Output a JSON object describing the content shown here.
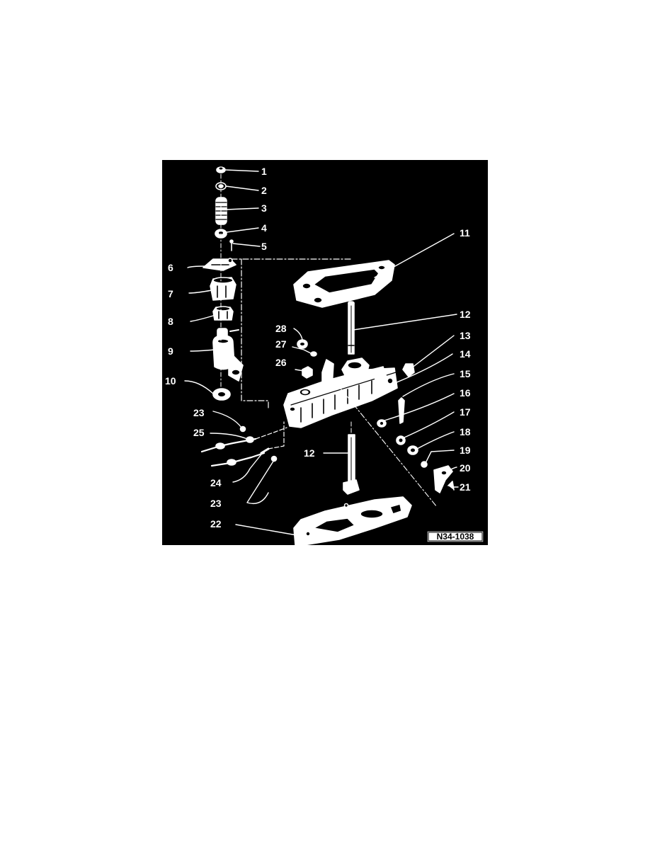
{
  "diagram": {
    "reference_code": "N34-1038",
    "callouts": [
      "1",
      "2",
      "3",
      "4",
      "5",
      "6",
      "7",
      "8",
      "9",
      "10",
      "11",
      "12",
      "12",
      "13",
      "14",
      "15",
      "16",
      "17",
      "18",
      "19",
      "20",
      "21",
      "22",
      "23",
      "23",
      "24",
      "25",
      "26",
      "27",
      "28"
    ],
    "colors": {
      "background": "#000000",
      "linework": "#ffffff",
      "page": "#ffffff"
    }
  }
}
